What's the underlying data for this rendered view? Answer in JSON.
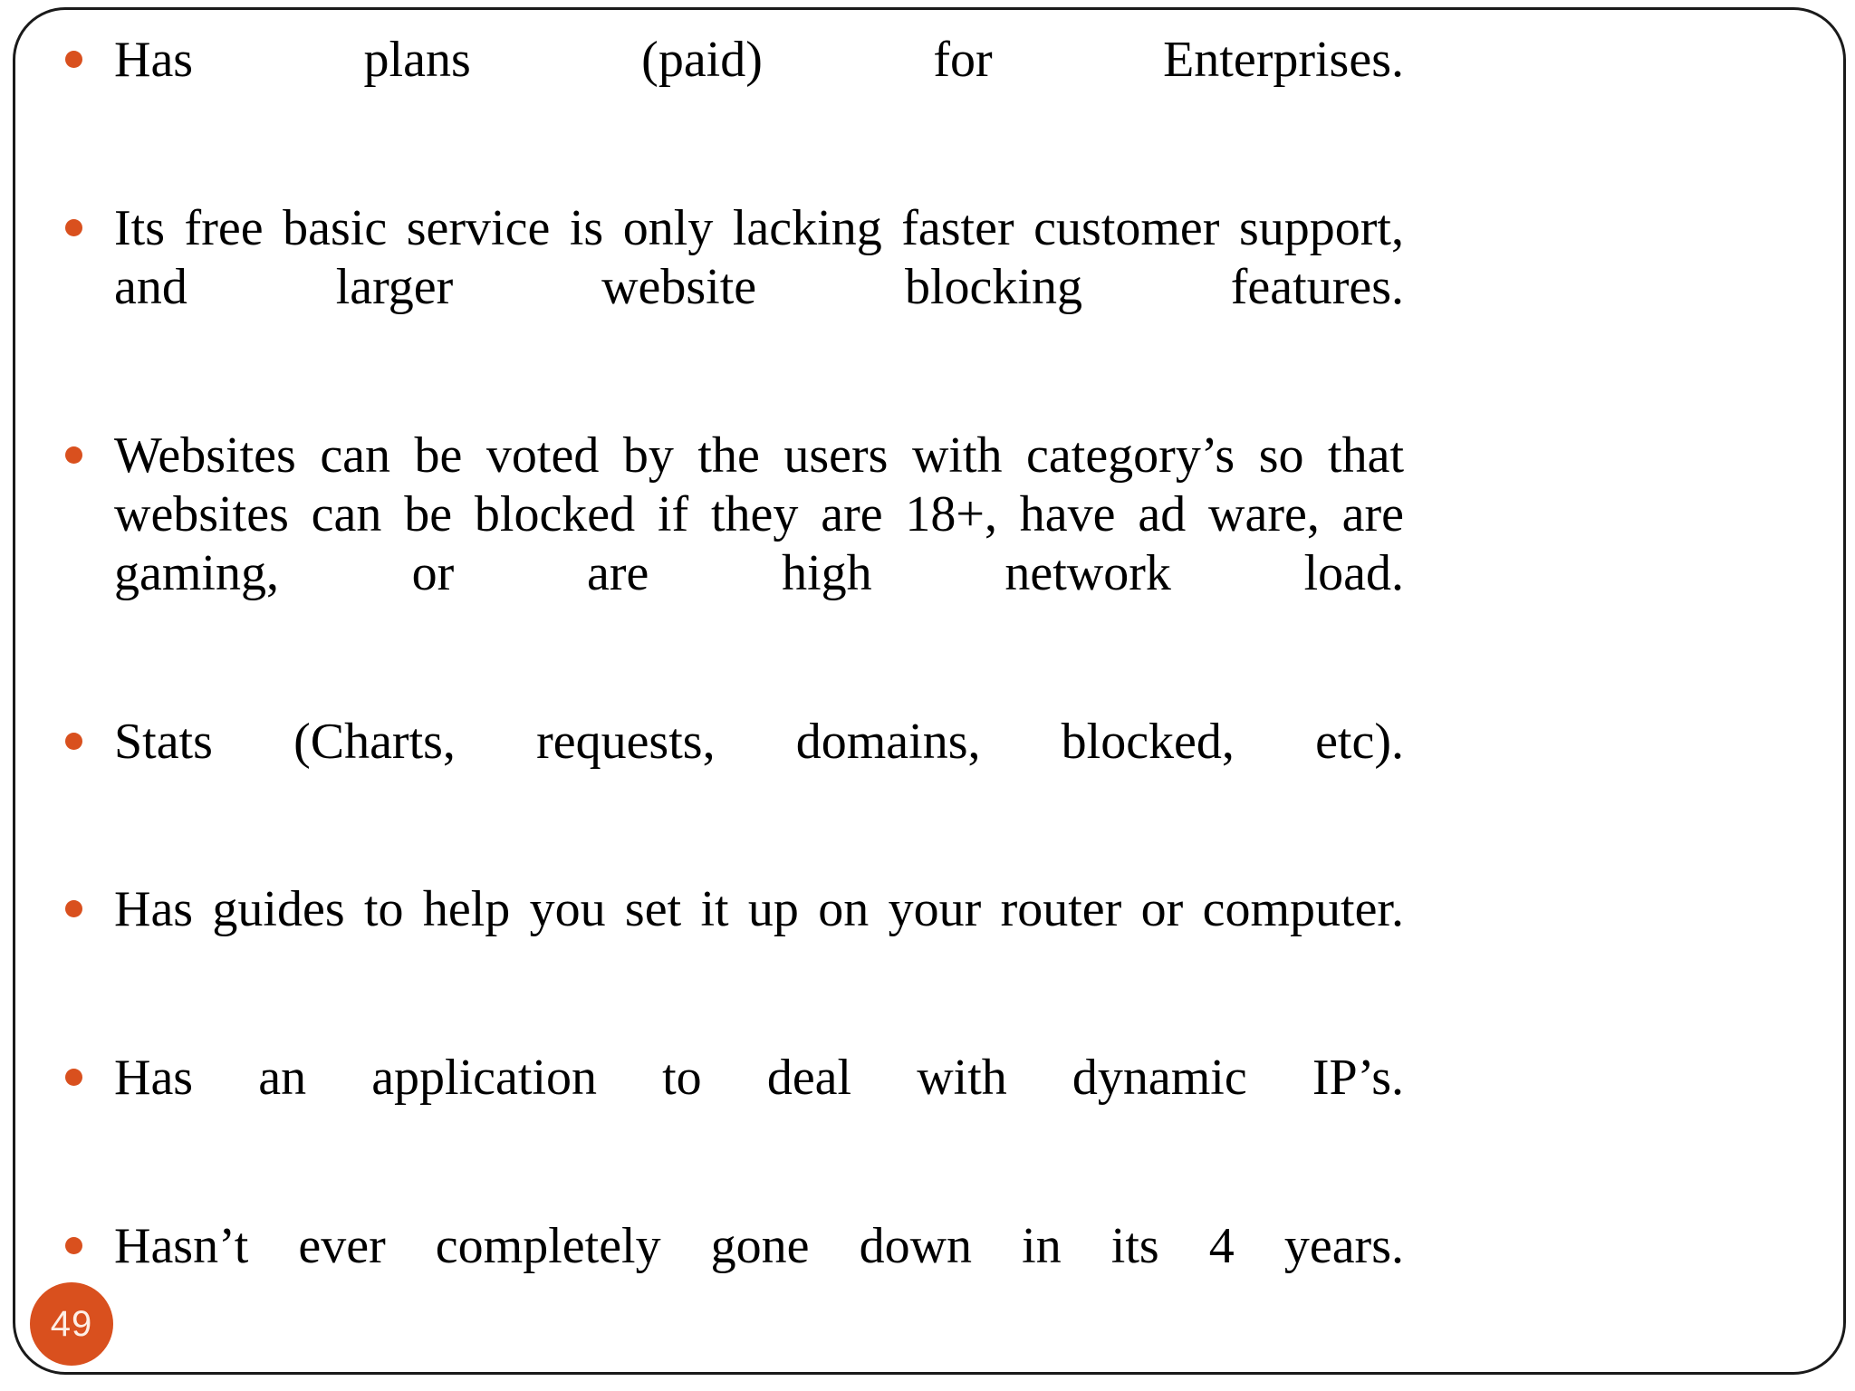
{
  "slide": {
    "page_number": "49",
    "accent_color": "#D9501E",
    "text_color": "#000000",
    "background_color": "#FFFFFF",
    "frame_color": "#1A1A1A",
    "badge_text_color": "#FDEFE6",
    "bullet_icon": "bullet-dot-icon",
    "bullets": [
      {
        "text": "Has plans (paid) for Enterprises."
      },
      {
        "text": "Its free basic service is only lacking faster customer support, and larger website blocking features."
      },
      {
        "text": "Websites can be voted by the users with category’s so that websites can be blocked if they are 18+, have ad ware, are gaming, or are high network load."
      },
      {
        "text": "Stats (Charts, requests, domains, blocked, etc)."
      },
      {
        "text": "Has guides to help you set it up on your router or computer."
      },
      {
        "text": "Has an application to deal with dynamic IP’s."
      },
      {
        "text": "Hasn’t ever completely gone down in its 4 years."
      }
    ]
  }
}
